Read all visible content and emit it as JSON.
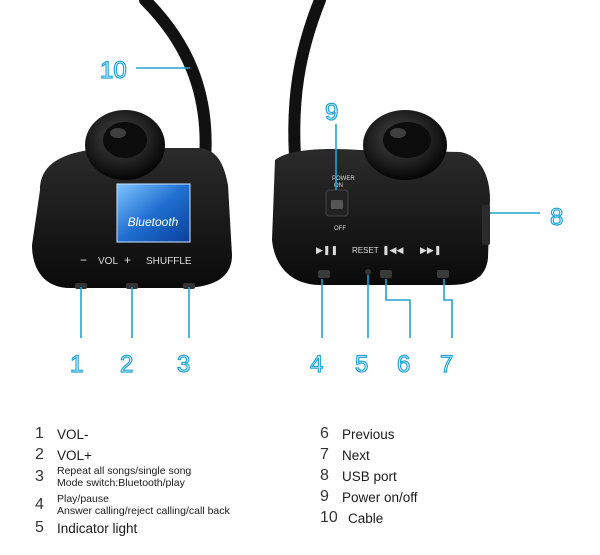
{
  "device": {
    "bluetooth_badge": "Bluetooth",
    "left_labels": {
      "minus": "−",
      "vol": "VOL",
      "plus": "+",
      "shuffle": "SHUFFLE"
    },
    "power_switch": {
      "top": "POWER",
      "on": "ON",
      "off": "OFF"
    },
    "reset_label": "RESET",
    "play_pause_symbol": "▶❚❚",
    "prev_symbol": "❚◀◀",
    "next_symbol": "▶▶❚"
  },
  "callouts": [
    "1",
    "2",
    "3",
    "4",
    "5",
    "6",
    "7",
    "8",
    "9",
    "10"
  ],
  "legend_left": [
    {
      "num": "1",
      "lines": [
        "VOL-"
      ]
    },
    {
      "num": "2",
      "lines": [
        "VOL+"
      ]
    },
    {
      "num": "3",
      "lines": [
        "Repeat all songs/single song",
        "Mode switch:Bluetooth/play"
      ]
    },
    {
      "num": "4",
      "lines": [
        "Play/pause",
        "Answer calling/reject calling/call back"
      ]
    },
    {
      "num": "5",
      "lines": [
        "Indicator light"
      ]
    }
  ],
  "legend_right": [
    {
      "num": "6",
      "lines": [
        "Previous"
      ]
    },
    {
      "num": "7",
      "lines": [
        "Next"
      ]
    },
    {
      "num": "8",
      "lines": [
        "USB port"
      ]
    },
    {
      "num": "9",
      "lines": [
        "Power on/off"
      ]
    },
    {
      "num": "10",
      "lines": [
        "Cable"
      ]
    }
  ],
  "colors": {
    "callout": "#22a4d6",
    "device": "#111111",
    "badge": "#1f6fd1"
  }
}
